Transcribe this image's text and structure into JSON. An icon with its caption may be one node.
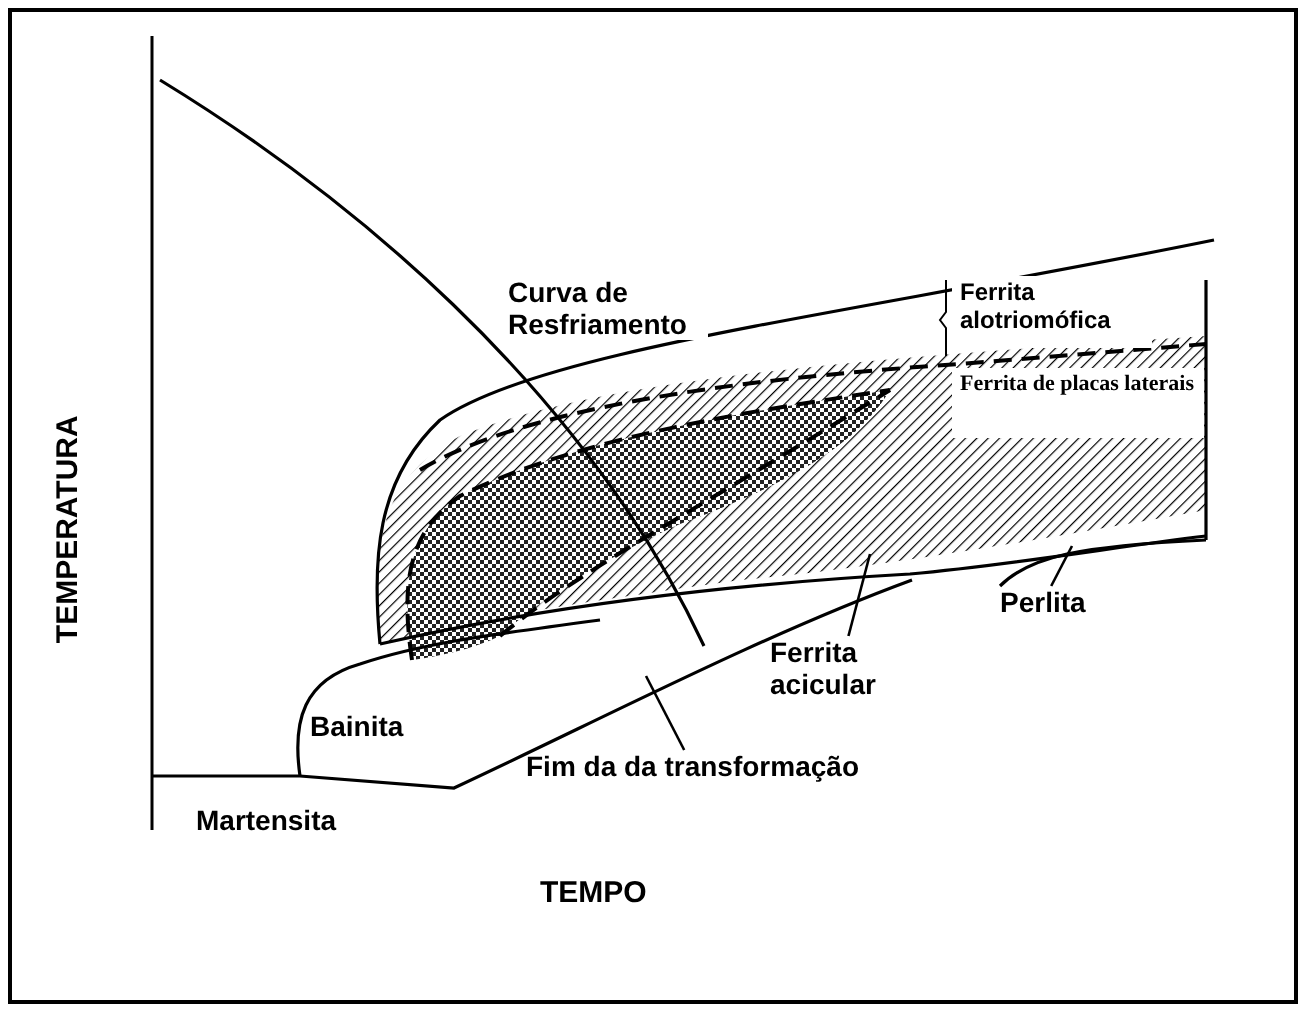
{
  "diagram": {
    "nodes": [
      {
        "text": [
          "Ferrita acicular"
        ]
      },
      {
        "text": [
          "Fim da da transformação"
        ]
      },
      {
        "text": [
          "Perlita"
        ]
      }
    ],
    "edges": [
      {
        "from": 0,
        "to": null,
        "arrow": "none"
      },
      {
        "from": 1,
        "to": null,
        "arrow": "none"
      },
      {
        "from": 2,
        "to": null,
        "arrow": "none"
      }
    ],
    "labels": [
      "Curva de Resfriamento",
      "Ferrita alotriomófica",
      "Ferrita de placas laterais",
      "TEMPERATURA",
      "Bainita",
      "Martensita",
      "TEMPO"
    ]
  }
}
